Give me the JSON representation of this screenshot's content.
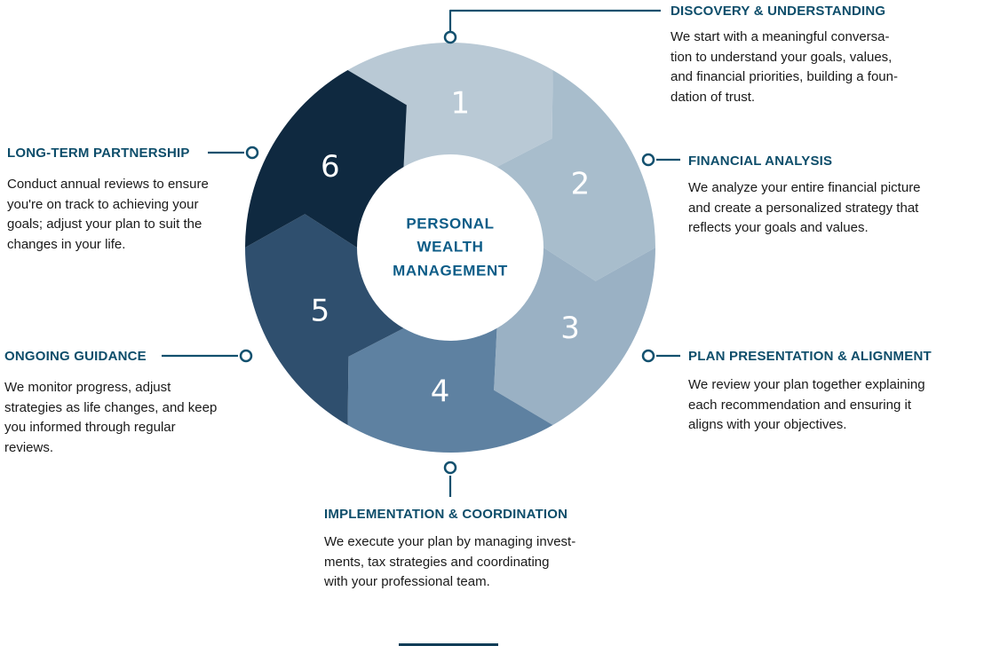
{
  "diagram": {
    "accent_color": "#12506e",
    "center": {
      "label": "PERSONAL\nWEALTH\nMANAGEMENT"
    },
    "segments": [
      {
        "number": "1",
        "color": "#b9c9d5"
      },
      {
        "number": "2",
        "color": "#a8bdcc"
      },
      {
        "number": "3",
        "color": "#9ab1c4"
      },
      {
        "number": "4",
        "color": "#5e81a1"
      },
      {
        "number": "5",
        "color": "#2f4f6e"
      },
      {
        "number": "6",
        "color": "#0f2940"
      }
    ]
  },
  "callouts": [
    {
      "id": "discovery",
      "title": "DISCOVERY & UNDERSTANDING",
      "body": "We start with a meaningful conversa-\ntion to understand your goals, values,\nand financial priorities, building a foun-\ndation of trust."
    },
    {
      "id": "financial",
      "title": "FINANCIAL ANALYSIS",
      "body": "We analyze your entire financial picture\nand create a personalized strategy that\nreflects your goals and values."
    },
    {
      "id": "plan",
      "title": "PLAN PRESENTATION & ALIGNMENT",
      "body": "We review your plan together explaining\neach recommendation and ensuring it\naligns with your objectives."
    },
    {
      "id": "implementation",
      "title": "IMPLEMENTATION & COORDINATION",
      "body": "We execute your plan by managing invest-\nments, tax strategies and coordinating\nwith your professional team."
    },
    {
      "id": "ongoing",
      "title": "ONGOING GUIDANCE",
      "body": "We monitor progress, adjust\nstrategies as life changes, and keep\nyou informed through regular\nreviews."
    },
    {
      "id": "longterm",
      "title": "LONG-TERM PARTNERSHIP",
      "body": "Conduct annual reviews to ensure\nyou're on track to achieving your\ngoals; adjust your plan to suit the\nchanges in your life."
    }
  ]
}
